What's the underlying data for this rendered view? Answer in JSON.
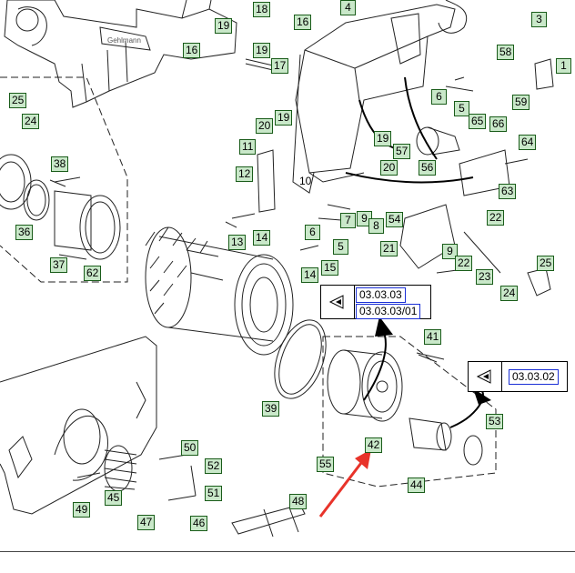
{
  "labels": [
    "3",
    "58",
    "1",
    "6",
    "5",
    "59",
    "65",
    "66",
    "64",
    "63",
    "19",
    "18",
    "16",
    "4",
    "16",
    "19",
    "17",
    "20",
    "19",
    "25",
    "24",
    "11",
    "12",
    "13",
    "14",
    "10",
    "19",
    "57",
    "20",
    "56",
    "7",
    "9",
    "8",
    "54",
    "22",
    "6",
    "5",
    "14",
    "15",
    "21",
    "9",
    "22",
    "23",
    "25",
    "24",
    "38",
    "36",
    "37",
    "62",
    "41",
    "39",
    "55",
    "42",
    "44",
    "53",
    "50",
    "52",
    "51",
    "45",
    "49",
    "47",
    "46",
    "48"
  ],
  "refs": {
    "r1": {
      "code1": "03.03.03",
      "code2": "03.03.03/01"
    },
    "r2": {
      "code1": "03.03.02"
    }
  },
  "colors": {
    "label_fill": "#c9e8c9",
    "label_border": "#1a5c1a",
    "link_border": "#1a2fd6",
    "arrow": "#e8332a"
  }
}
